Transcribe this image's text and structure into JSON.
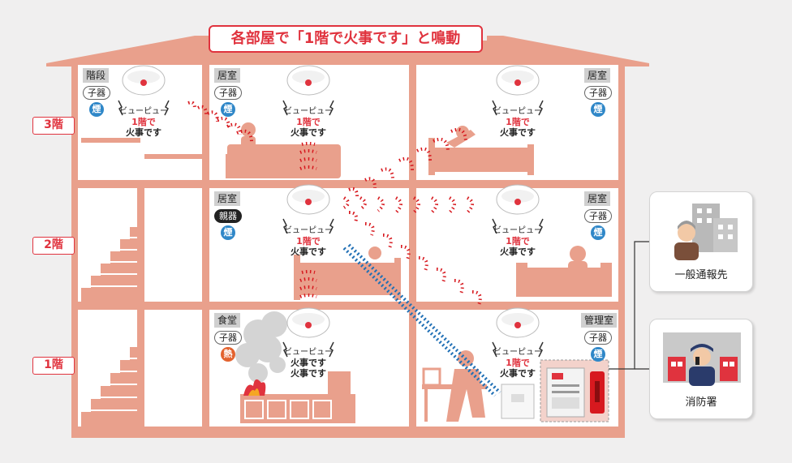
{
  "title": "各部屋で「1階で火事です」と鳴動",
  "floors": [
    {
      "label": "3階"
    },
    {
      "label": "2階"
    },
    {
      "label": "1階"
    }
  ],
  "rooms": [
    {
      "label": "階段",
      "badge": "子器",
      "sensor": "煙"
    },
    {
      "label": "居室",
      "badge": "子器",
      "sensor": "煙"
    },
    {
      "label": "居室",
      "badge": "子器",
      "sensor": "煙"
    },
    {
      "label": "居室",
      "badge": "親器",
      "sensor": "煙"
    },
    {
      "label": "居室",
      "badge": "子器",
      "sensor": "煙"
    },
    {
      "label": "食堂",
      "badge": "子器",
      "sensor": "熱"
    },
    {
      "label": "管理室",
      "badge": "子器",
      "sensor": "煙"
    }
  ],
  "alarms": {
    "sound": "ビューピュー",
    "floor_text": "1階で",
    "fire_text": "火事です",
    "origin_line1": "火事です",
    "origin_line2": "火事です"
  },
  "contacts": [
    {
      "name": "一般通報先",
      "icon": "person-building-icon"
    },
    {
      "name": "消防署",
      "icon": "firefighter-station-icon"
    }
  ],
  "colors": {
    "accent": "#e0333e",
    "house": "#e9a08c",
    "house_dark": "#d9826c",
    "smoke": "#2f87c8",
    "heat": "#e3622e",
    "wave_red": "#d7191f",
    "wave_blue": "#1f6fb5"
  }
}
